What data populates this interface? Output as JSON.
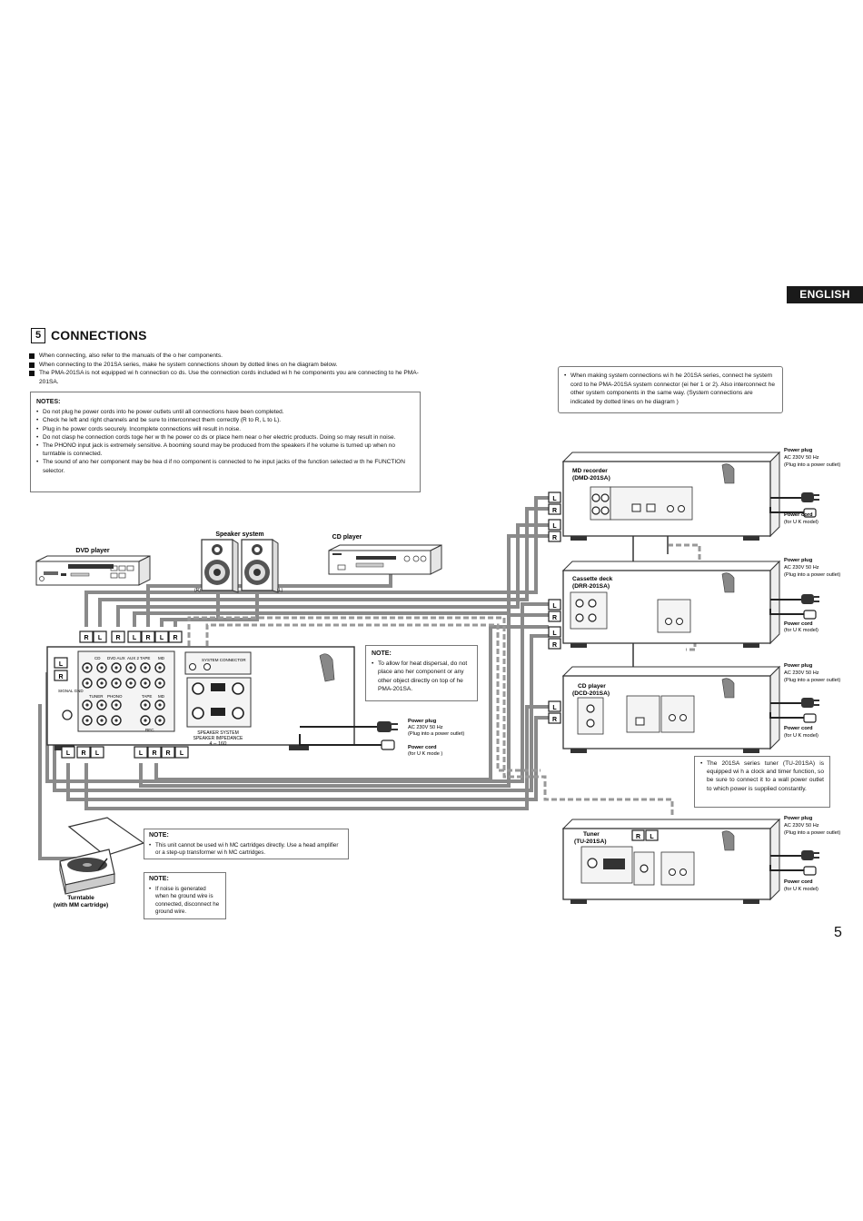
{
  "language_tab": "ENGLISH",
  "section": {
    "number": "5",
    "title": "CONNECTIONS"
  },
  "intro_bullets": [
    "When connecting, also refer to the manuals of the o her components.",
    "When connecting to the 201SA series, make  he system connections shown by dotted lines on  he diagram below.",
    "The PMA-201SA is not equipped wi h connection co ds. Use the connection cords included wi h  he components you are connecting to  he PMA-201SA."
  ],
  "notes": {
    "title": "NOTES:",
    "items": [
      "Do not plug  he power cords into  he power outlets until all connections have been completed.",
      "Check  he left and right channels and be sure to interconnect them correctly (R to R, L to L).",
      "Plug in  he power cords securely. Incomplete connections will result in noise.",
      "Do not clasp  he connection cords toge her w th  he power co ds or place  hem near o her electric products.  Doing so may result in noise.",
      "The PHONO input jack is extremely sensitive. A booming sound may be produced from the speakers if  he volume is turned up when no turntable is connected.",
      "The sound of ano her component may be hea d if no component is connected to  he input jacks of the function selected w th  he FUNCTION selector."
    ]
  },
  "system_note": "When making system connections wi h  he 201SA series, connect  he system cord to  he PMA-201SA system connector (ei her 1 or 2). Also interconnect  he other system components in the same way. (System connections are indicated by dotted lines on  he diagram )",
  "heat_note": {
    "title": "NOTE:",
    "text": "To allow for heat dispersal, do not place ano her component or any other object directly on top of  he PMA-201SA."
  },
  "tuner_note": "The 201SA series tuner (TU-201SA) is equipped wi h a clock and timer function, so be sure to connect it to a wall power outlet to which power is supplied constantly.",
  "mc_note": {
    "title": "NOTE:",
    "text": "This unit cannot be used wi h MC cartridges directly. Use a head amplifier or a step-up transformer wi h MC cartridges."
  },
  "ground_note": {
    "title": "NOTE:",
    "text": "If noise is generated when  he ground wire is connected, disconnect  he ground wire."
  },
  "devices": {
    "dvd": "DVD player",
    "speakers": "Speaker system",
    "cd_top": "CD player",
    "turntable_1": "Turntable",
    "turntable_2": "(with MM cartridge)",
    "md_1": "MD recorder",
    "md_2": "(DMD-201SA)",
    "cass_1": "Cassette deck",
    "cass_2": "(DRR-201SA)",
    "cd_1": "CD player",
    "cd_2": "(DCD-201SA)",
    "tuner_1": "Tuner",
    "tuner_2": "(TU-201SA)"
  },
  "amp_labels": {
    "speaker_system": "SPEAKER SYSTEM",
    "speaker_impedance": "SPEAKER IMPEDANCE",
    "impedance_value": "4 ∼ 16Ω",
    "signal_gnd": "SIGNAL GND",
    "tuner": "TUNER",
    "phono": "PHONO",
    "tape": "TAPE",
    "md": "MD",
    "rec": "REC",
    "cd": "CD",
    "dvd_aux": "DVD AUX",
    "aux2": "AUX 2",
    "system_connector": "SYSTEM CONNECTOR"
  },
  "speaker_tags": {
    "right": "(R)",
    "left": "(L)"
  },
  "power_plug": {
    "title": "Power plug",
    "voltage": "AC 230V   50 Hz",
    "plug_note": "(Plug into a power outlet)"
  },
  "power_cord": {
    "title": "Power cord",
    "model": "(for U K  model)",
    "model_amp": "(for U K  mode )"
  },
  "jack": {
    "r": "R",
    "l": "L"
  },
  "page_number": "5"
}
